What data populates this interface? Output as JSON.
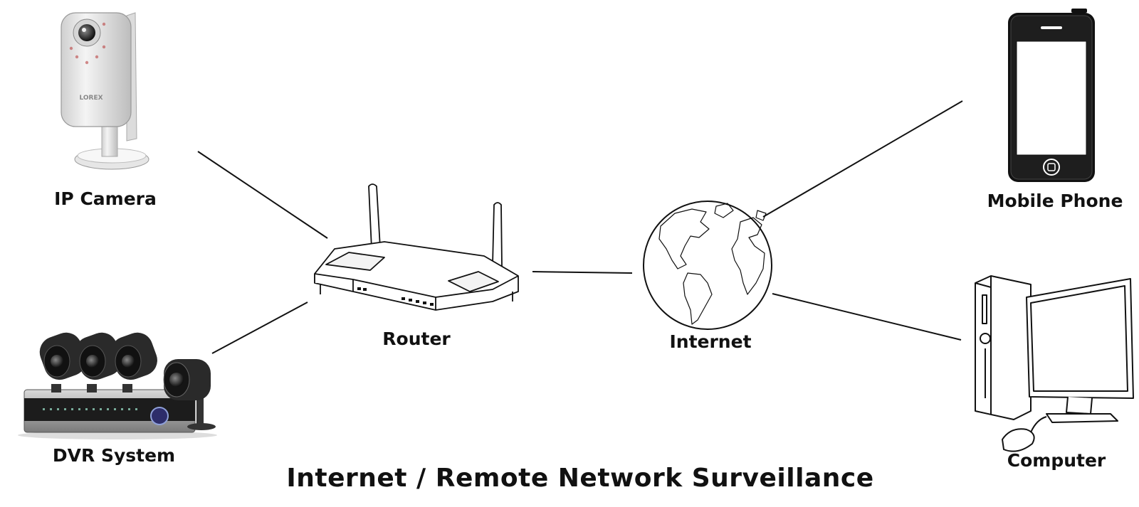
{
  "title": "Internet / Remote Network Surveillance",
  "nodes": {
    "ip_camera": {
      "label": "IP Camera"
    },
    "dvr_system": {
      "label": "DVR System"
    },
    "router": {
      "label": "Router"
    },
    "internet": {
      "label": "Internet"
    },
    "mobile_phone": {
      "label": "Mobile Phone"
    },
    "computer": {
      "label": "Computer"
    }
  },
  "links": [
    {
      "from": "ip_camera",
      "to": "router"
    },
    {
      "from": "dvr_system",
      "to": "router"
    },
    {
      "from": "router",
      "to": "internet"
    },
    {
      "from": "internet",
      "to": "mobile_phone"
    },
    {
      "from": "internet",
      "to": "computer"
    }
  ],
  "icons": {
    "ip_camera": "ip-camera-icon",
    "dvr_system": "dvr-system-icon",
    "router": "router-icon",
    "internet": "globe-icon",
    "mobile_phone": "mobile-phone-icon",
    "computer": "computer-icon"
  },
  "camera_brand": "LOREX"
}
